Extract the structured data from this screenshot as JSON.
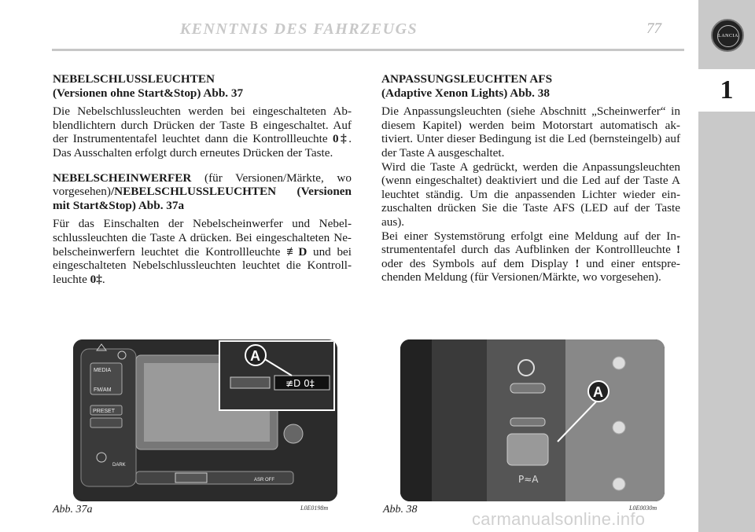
{
  "header": {
    "title": "KENNTNIS DES FAHRZEUGS",
    "page_number": "77",
    "chapter_tab": "1",
    "logo_text": "LANCIA"
  },
  "left_column": {
    "sec1_heading_line1": "NEBELSCHLUSSLEUCHTEN",
    "sec1_heading_line2": "(Versionen ohne Start&Stop) Abb. 37",
    "sec1_body_before_symbol": "Die Nebelschlussleuchten werden bei eingeschalteten Ab-blendlichtern durch Drücken der Taste B eingeschaltet. Auf der Instrumententafel leuchtet dann die Kontrollleuchte ",
    "rear_fog_symbol": "0‡",
    "sec1_body_after_symbol": ". Das Ausschalten erfolgt durch erneutes Drücken der Taste.",
    "sec2_heading_bold1": "NEBELSCHEINWERFER",
    "sec2_heading_normal": " (für Versionen/Märkte, wo vorgesehen)",
    "sec2_heading_bold2": "/NEBELSCHLUSSLEUCHTEN (Versionen mit Start&Stop",
    "sec2_heading_normal2": ") Abb. 37a",
    "sec2_body_part1": "Für das Einschalten der Nebelscheinwerfer und Nebel-schlussleuchten die Taste A drücken. Bei eingeschalteten Ne-belscheinwerfern leuchtet die Kontrollleuchte ",
    "front_fog_symbol": "≢D",
    "sec2_body_part2": " und bei eingeschalteten Nebelschlussleuchten leuchtet die Kontroll-leuchte ",
    "sec2_body_part3": "."
  },
  "right_column": {
    "heading_line1": "ANPASSUNGSLEUCHTEN AFS",
    "heading_line2": "(Adaptive Xenon Lights) Abb. 38",
    "para1": "Die Anpassungsleuchten (siehe Abschnitt „Scheinwerfer“ in diesem Kapitel) werden beim Motorstart automatisch ak-tiviert. Unter dieser Bedingung ist die Led (bernsteingelb) auf der Taste A ausgeschaltet.",
    "para2": "Wird die Taste A gedrückt, werden die Anpassungsleuchten (wenn eingeschaltet) deaktiviert und die Led auf der Taste A leuchtet ständig. Um die anpassenden Lichter wieder ein-zuschalten drücken Sie die Taste AFS (LED auf der Taste aus).",
    "para3_part1": "Bei einer Systemstörung erfolgt eine Meldung auf der In-strumententafel durch das Aufblinken der Kontrollleuchte ",
    "afs_symbol": "!",
    "para3_part2": " oder des Symbols auf dem Display ",
    "para3_part3": " und einer entspre-chenden Meldung (für Versionen/Märkte, wo vorgesehen)."
  },
  "figures": {
    "left": {
      "caption": "Abb. 37a",
      "code": "L0E0198m",
      "callout": "A",
      "labels": {
        "media": "MEDIA",
        "fm_am": "FM/AM",
        "preset": "PRESET",
        "dark": "DARK",
        "asr_off": "ASR OFF"
      }
    },
    "right": {
      "caption": "Abb. 38",
      "code": "L0E0030m",
      "callout": "A"
    }
  },
  "watermark": "carmanualsonline.info"
}
